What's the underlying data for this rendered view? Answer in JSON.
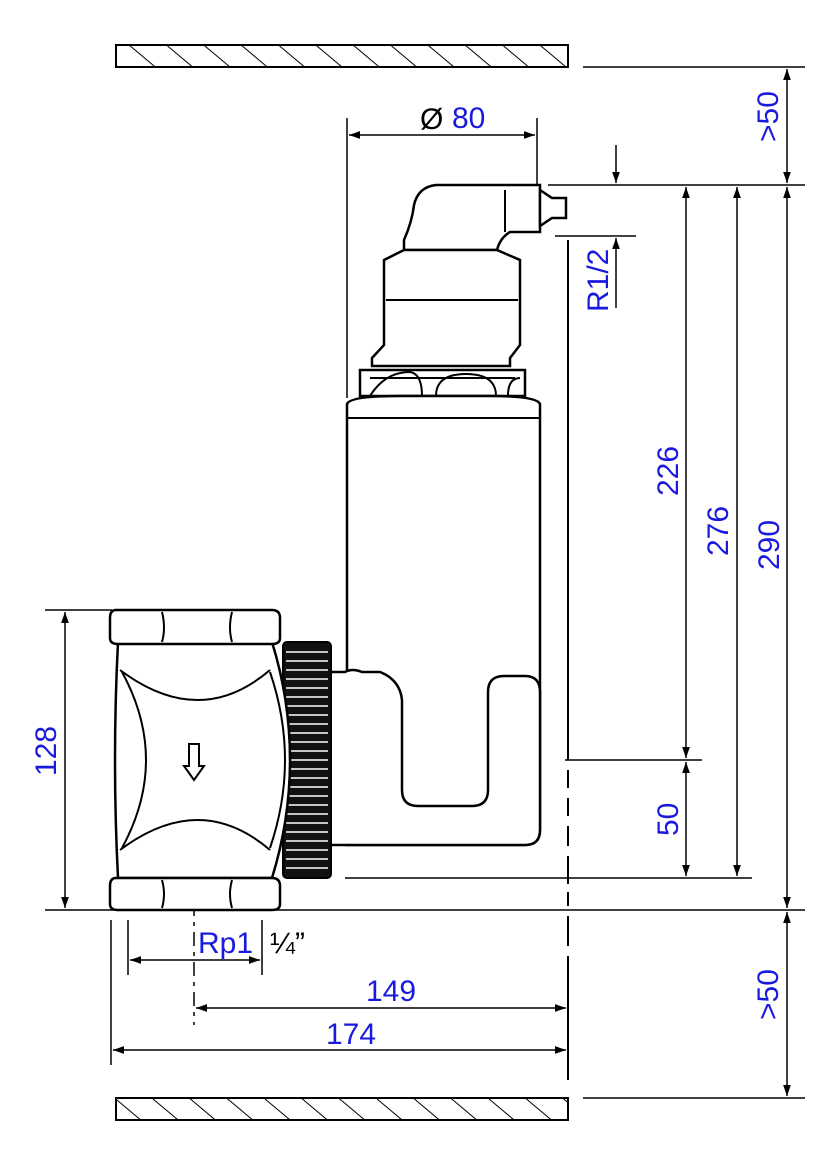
{
  "dimensions": {
    "diameter_symbol": "Ø",
    "diameter_value": "80",
    "top_clearance": ">50",
    "bottom_clearance": ">50",
    "vent_thread": "R1/2",
    "height_226": "226",
    "height_276": "276",
    "height_290": "290",
    "height_50": "50",
    "height_128": "128",
    "connection_thread_a": "Rp1",
    "connection_thread_b": "¼”",
    "width_149": "149",
    "width_174": "174"
  },
  "colors": {
    "dimension_text": "#1a1adf",
    "line": "#000000",
    "background": "#ffffff"
  }
}
